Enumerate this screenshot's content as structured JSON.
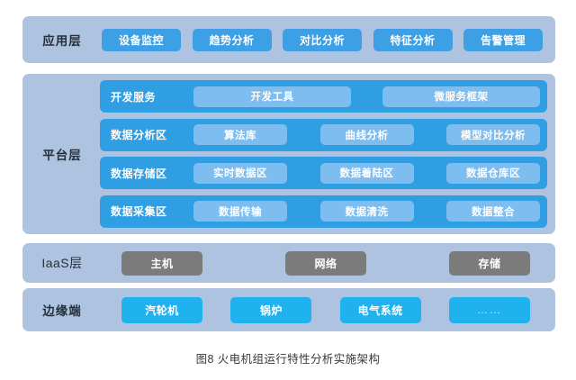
{
  "figure": {
    "caption": "图8 火电机组运行特性分析实施架构",
    "background": "#ffffff"
  },
  "colors": {
    "layer_panel": "#adc3e0",
    "app_box": "#3d9fe4",
    "platform_row": "#2f9ee2",
    "platform_box": "#7dbdf0",
    "iaas_box": "#7b7b7b",
    "edge_box": "#20b1ef",
    "title_text": "#25303c",
    "box_text": "#ffffff"
  },
  "layers": {
    "application": {
      "title": "应用层",
      "boxes": [
        {
          "label": "设备监控"
        },
        {
          "label": "趋势分析"
        },
        {
          "label": "对比分析"
        },
        {
          "label": "特征分析"
        },
        {
          "label": "告警管理"
        }
      ]
    },
    "platform": {
      "title": "平台层",
      "rows": [
        {
          "label": "开发服务",
          "items": [
            {
              "label": "开发工具"
            },
            {
              "label": "微服务框架"
            }
          ]
        },
        {
          "label": "数据分析区",
          "items": [
            {
              "label": "算法库"
            },
            {
              "label": "曲线分析"
            },
            {
              "label": "模型对比分析"
            }
          ]
        },
        {
          "label": "数据存储区",
          "items": [
            {
              "label": "实时数据区"
            },
            {
              "label": "数据着陆区"
            },
            {
              "label": "数据仓库区"
            }
          ]
        },
        {
          "label": "数据采集区",
          "items": [
            {
              "label": "数据传输"
            },
            {
              "label": "数据清洗"
            },
            {
              "label": "数据整合"
            }
          ]
        }
      ]
    },
    "iaas": {
      "title": "IaaS层",
      "boxes": [
        {
          "label": "主机"
        },
        {
          "label": "网络"
        },
        {
          "label": "存储"
        }
      ]
    },
    "edge": {
      "title": "边缘端",
      "boxes": [
        {
          "label": "汽轮机"
        },
        {
          "label": "锅炉"
        },
        {
          "label": "电气系统"
        },
        {
          "label": "……"
        }
      ]
    }
  }
}
